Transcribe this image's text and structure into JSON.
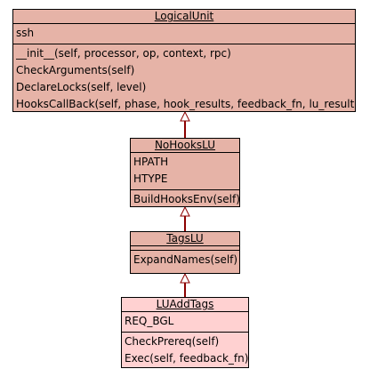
{
  "classes": {
    "logical_unit": {
      "name": "LogicalUnit",
      "attributes": [
        "ssh"
      ],
      "methods": [
        "__init__(self, processor, op, context, rpc)",
        "CheckArguments(self)",
        "DeclareLocks(self, level)",
        "HooksCallBack(self, phase, hook_results, feedback_fn, lu_result)"
      ]
    },
    "no_hooks_lu": {
      "name": "NoHooksLU",
      "attributes": [
        "HPATH",
        "HTYPE"
      ],
      "methods": [
        "BuildHooksEnv(self)"
      ]
    },
    "tags_lu": {
      "name": "TagsLU",
      "attributes": [],
      "methods": [
        "ExpandNames(self)"
      ]
    },
    "lu_add_tags": {
      "name": "LUAddTags",
      "attributes": [
        "REQ_BGL"
      ],
      "methods": [
        "CheckPrereq(self)",
        "Exec(self, feedback_fn)"
      ]
    }
  },
  "colors": {
    "class_fill": "#e6b3a7",
    "highlight_fill": "#ffd1d1",
    "link_color": "#8b0000",
    "border": "#000000"
  }
}
